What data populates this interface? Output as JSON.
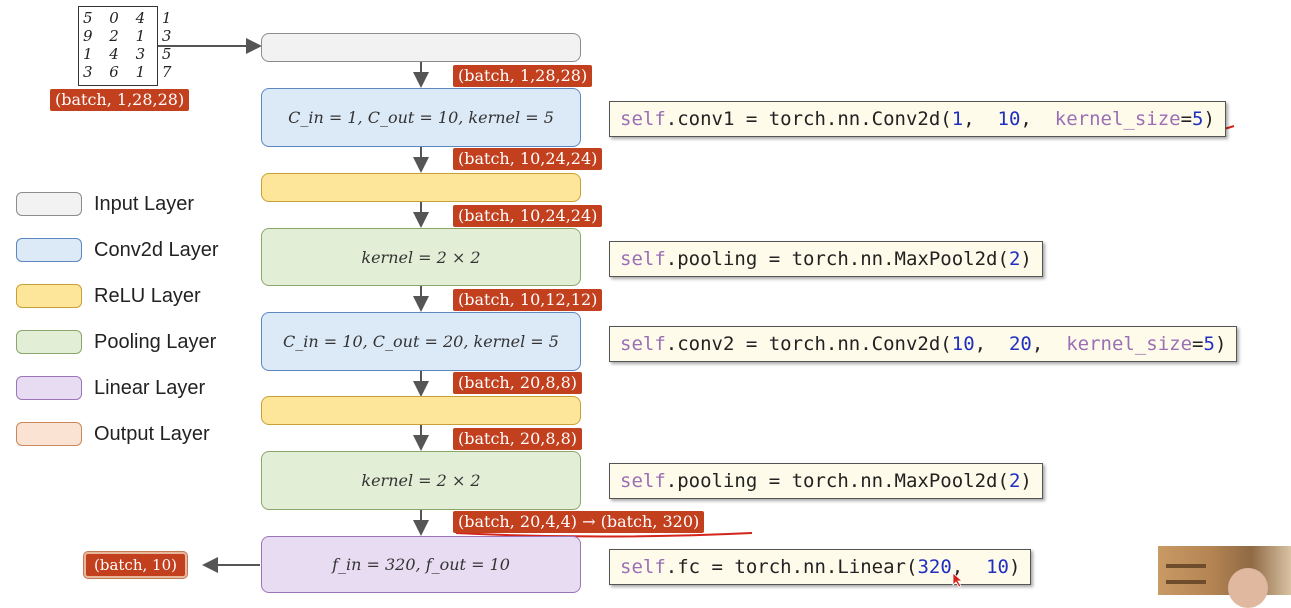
{
  "mnist_digits": [
    "5 0 4 1",
    "9 2 1 3",
    "1 4 3 5",
    "3 6 1 7"
  ],
  "input_shape": "(batch, 1,28,28)",
  "layers": [
    {
      "kind": "input",
      "label": ""
    },
    {
      "kind": "conv",
      "label": "C_in = 1, C_out = 10, kernel = 5"
    },
    {
      "kind": "relu",
      "label": ""
    },
    {
      "kind": "pool",
      "label": "kernel = 2 × 2"
    },
    {
      "kind": "conv",
      "label": "C_in = 10, C_out = 20, kernel = 5"
    },
    {
      "kind": "relu",
      "label": ""
    },
    {
      "kind": "pool",
      "label": "kernel = 2 × 2"
    },
    {
      "kind": "linear",
      "label": "f_in = 320, f_out = 10"
    }
  ],
  "shapes": [
    "(batch, 1,28,28)",
    "(batch, 10,24,24)",
    "(batch, 10,24,24)",
    "(batch, 10,12,12)",
    "(batch, 20,8,8)",
    "(batch, 20,8,8)",
    "(batch, 20,4,4) → (batch, 320)"
  ],
  "output_shape": "(batch, 10)",
  "code": {
    "conv1": {
      "self": "self",
      "rest": ".conv1 = torch.nn.Conv2d(",
      "a": "1",
      "b": "10",
      "kw": "kernel_size",
      "c": "5",
      "end": ")"
    },
    "pool1": {
      "self": "self",
      "rest": ".pooling = torch.nn.MaxPool2d(",
      "a": "2",
      "end": ")"
    },
    "conv2": {
      "self": "self",
      "rest": ".conv2 = torch.nn.Conv2d(",
      "a": "10",
      "b": "20",
      "kw": "kernel_size",
      "c": "5",
      "end": ")"
    },
    "pool2": {
      "self": "self",
      "rest": ".pooling = torch.nn.MaxPool2d(",
      "a": "2",
      "end": ")"
    },
    "fc": {
      "self": "self",
      "rest": ".fc = torch.nn.Linear(",
      "a": "320",
      "b": "10",
      "end": ")"
    }
  },
  "legend": [
    {
      "label": "Input Layer",
      "color": "#f2f2f2"
    },
    {
      "label": "Conv2d Layer",
      "color": "#dce9f7"
    },
    {
      "label": "ReLU Layer",
      "color": "#fde59a"
    },
    {
      "label": "Pooling Layer",
      "color": "#e3eed7"
    },
    {
      "label": "Linear Layer",
      "color": "#e8dcf2"
    },
    {
      "label": "Output Layer",
      "color": "#fbe3d4"
    }
  ],
  "colors": {
    "shape_badge": "#c3401f",
    "annotation_red": "#d4241c"
  }
}
